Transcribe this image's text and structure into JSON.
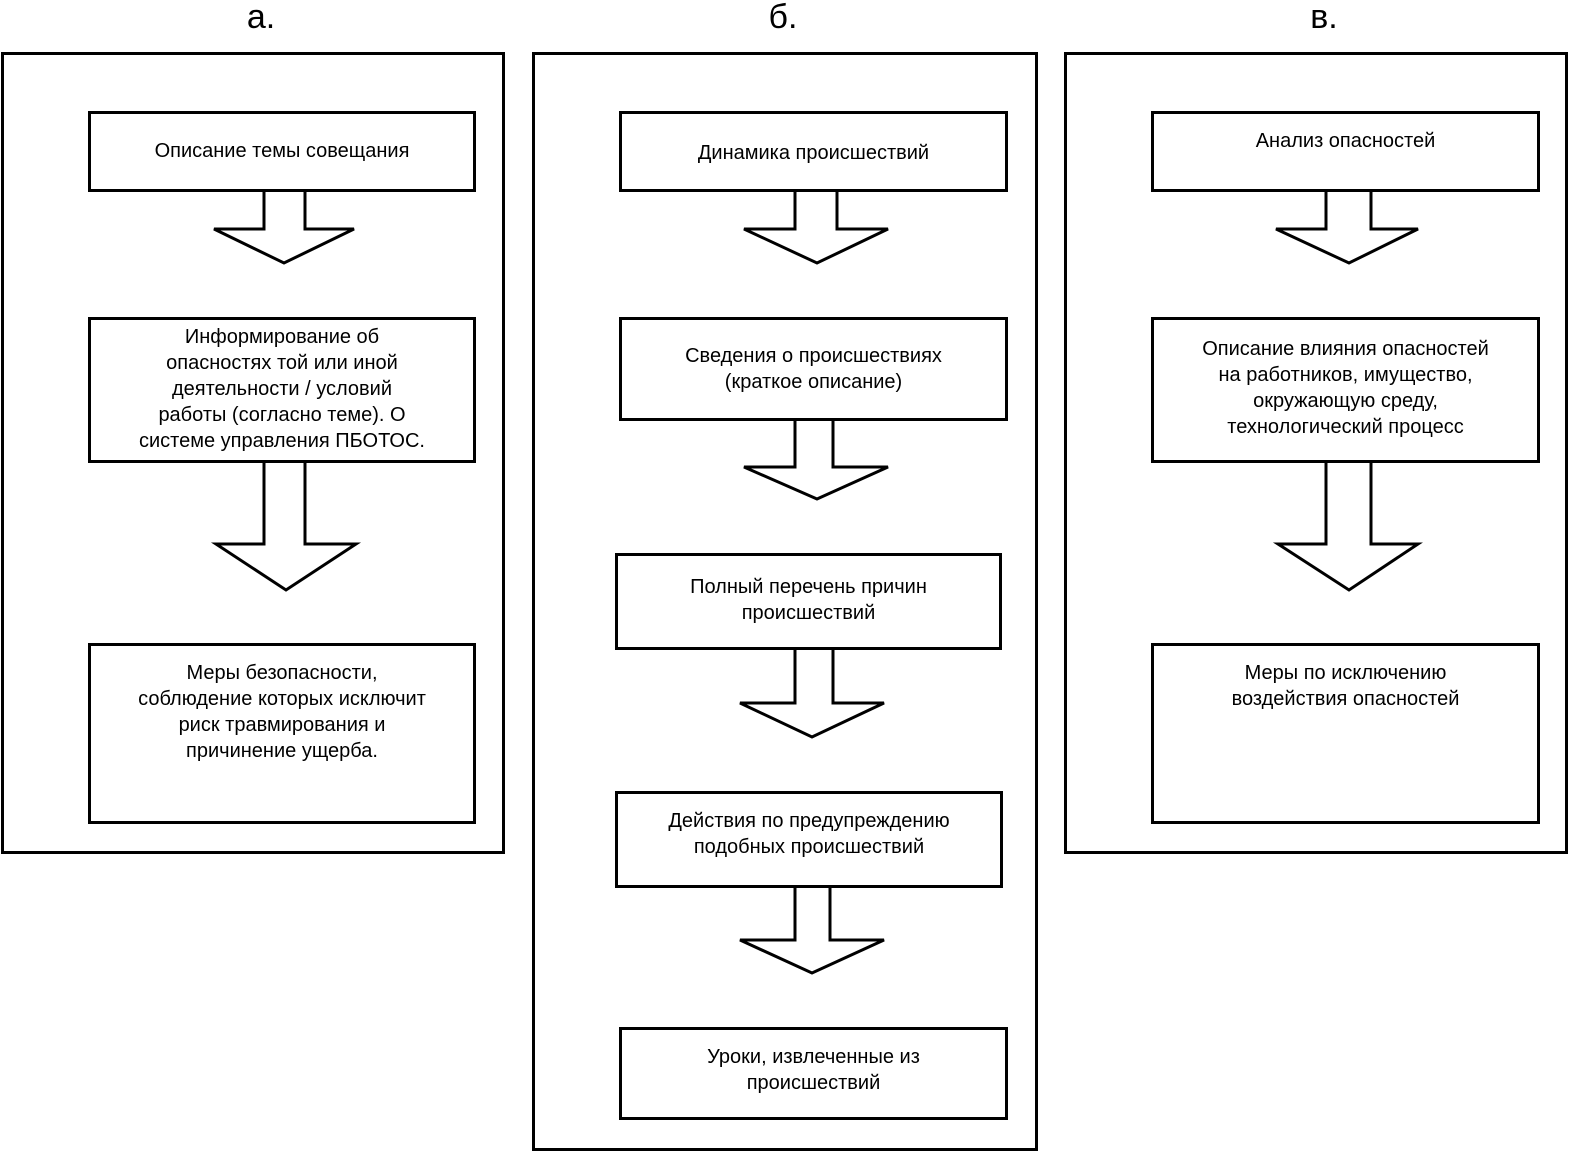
{
  "columns": [
    {
      "label": "а.",
      "boxes": [
        [
          "Описание темы совещания"
        ],
        [
          "Информирование об",
          "опасностях той или иной",
          "деятельности / условий",
          "работы (согласно  теме). О",
          "системе управления ПБОТОС."
        ],
        [
          "Меры безопасности,",
          "соблюдение которых исключит",
          "риск травмирования и",
          "причинение ущерба."
        ]
      ]
    },
    {
      "label": "б.",
      "boxes": [
        [
          "Динамика происшествий"
        ],
        [
          "Сведения о происшествиях",
          "(краткое описание)"
        ],
        [
          "Полный перечень причин",
          "происшествий"
        ],
        [
          "Действия по предупреждению",
          "подобных происшествий"
        ],
        [
          "Уроки, извлеченные из",
          "происшествий"
        ]
      ]
    },
    {
      "label": "в.",
      "boxes": [
        [
          "Анализ опасностей"
        ],
        [
          "Описание влияния опасностей",
          "на работников, имущество,",
          "окружающую среду,",
          "технологический процесс"
        ],
        [
          "Меры по исключению",
          "воздействия опасностей"
        ]
      ]
    }
  ]
}
